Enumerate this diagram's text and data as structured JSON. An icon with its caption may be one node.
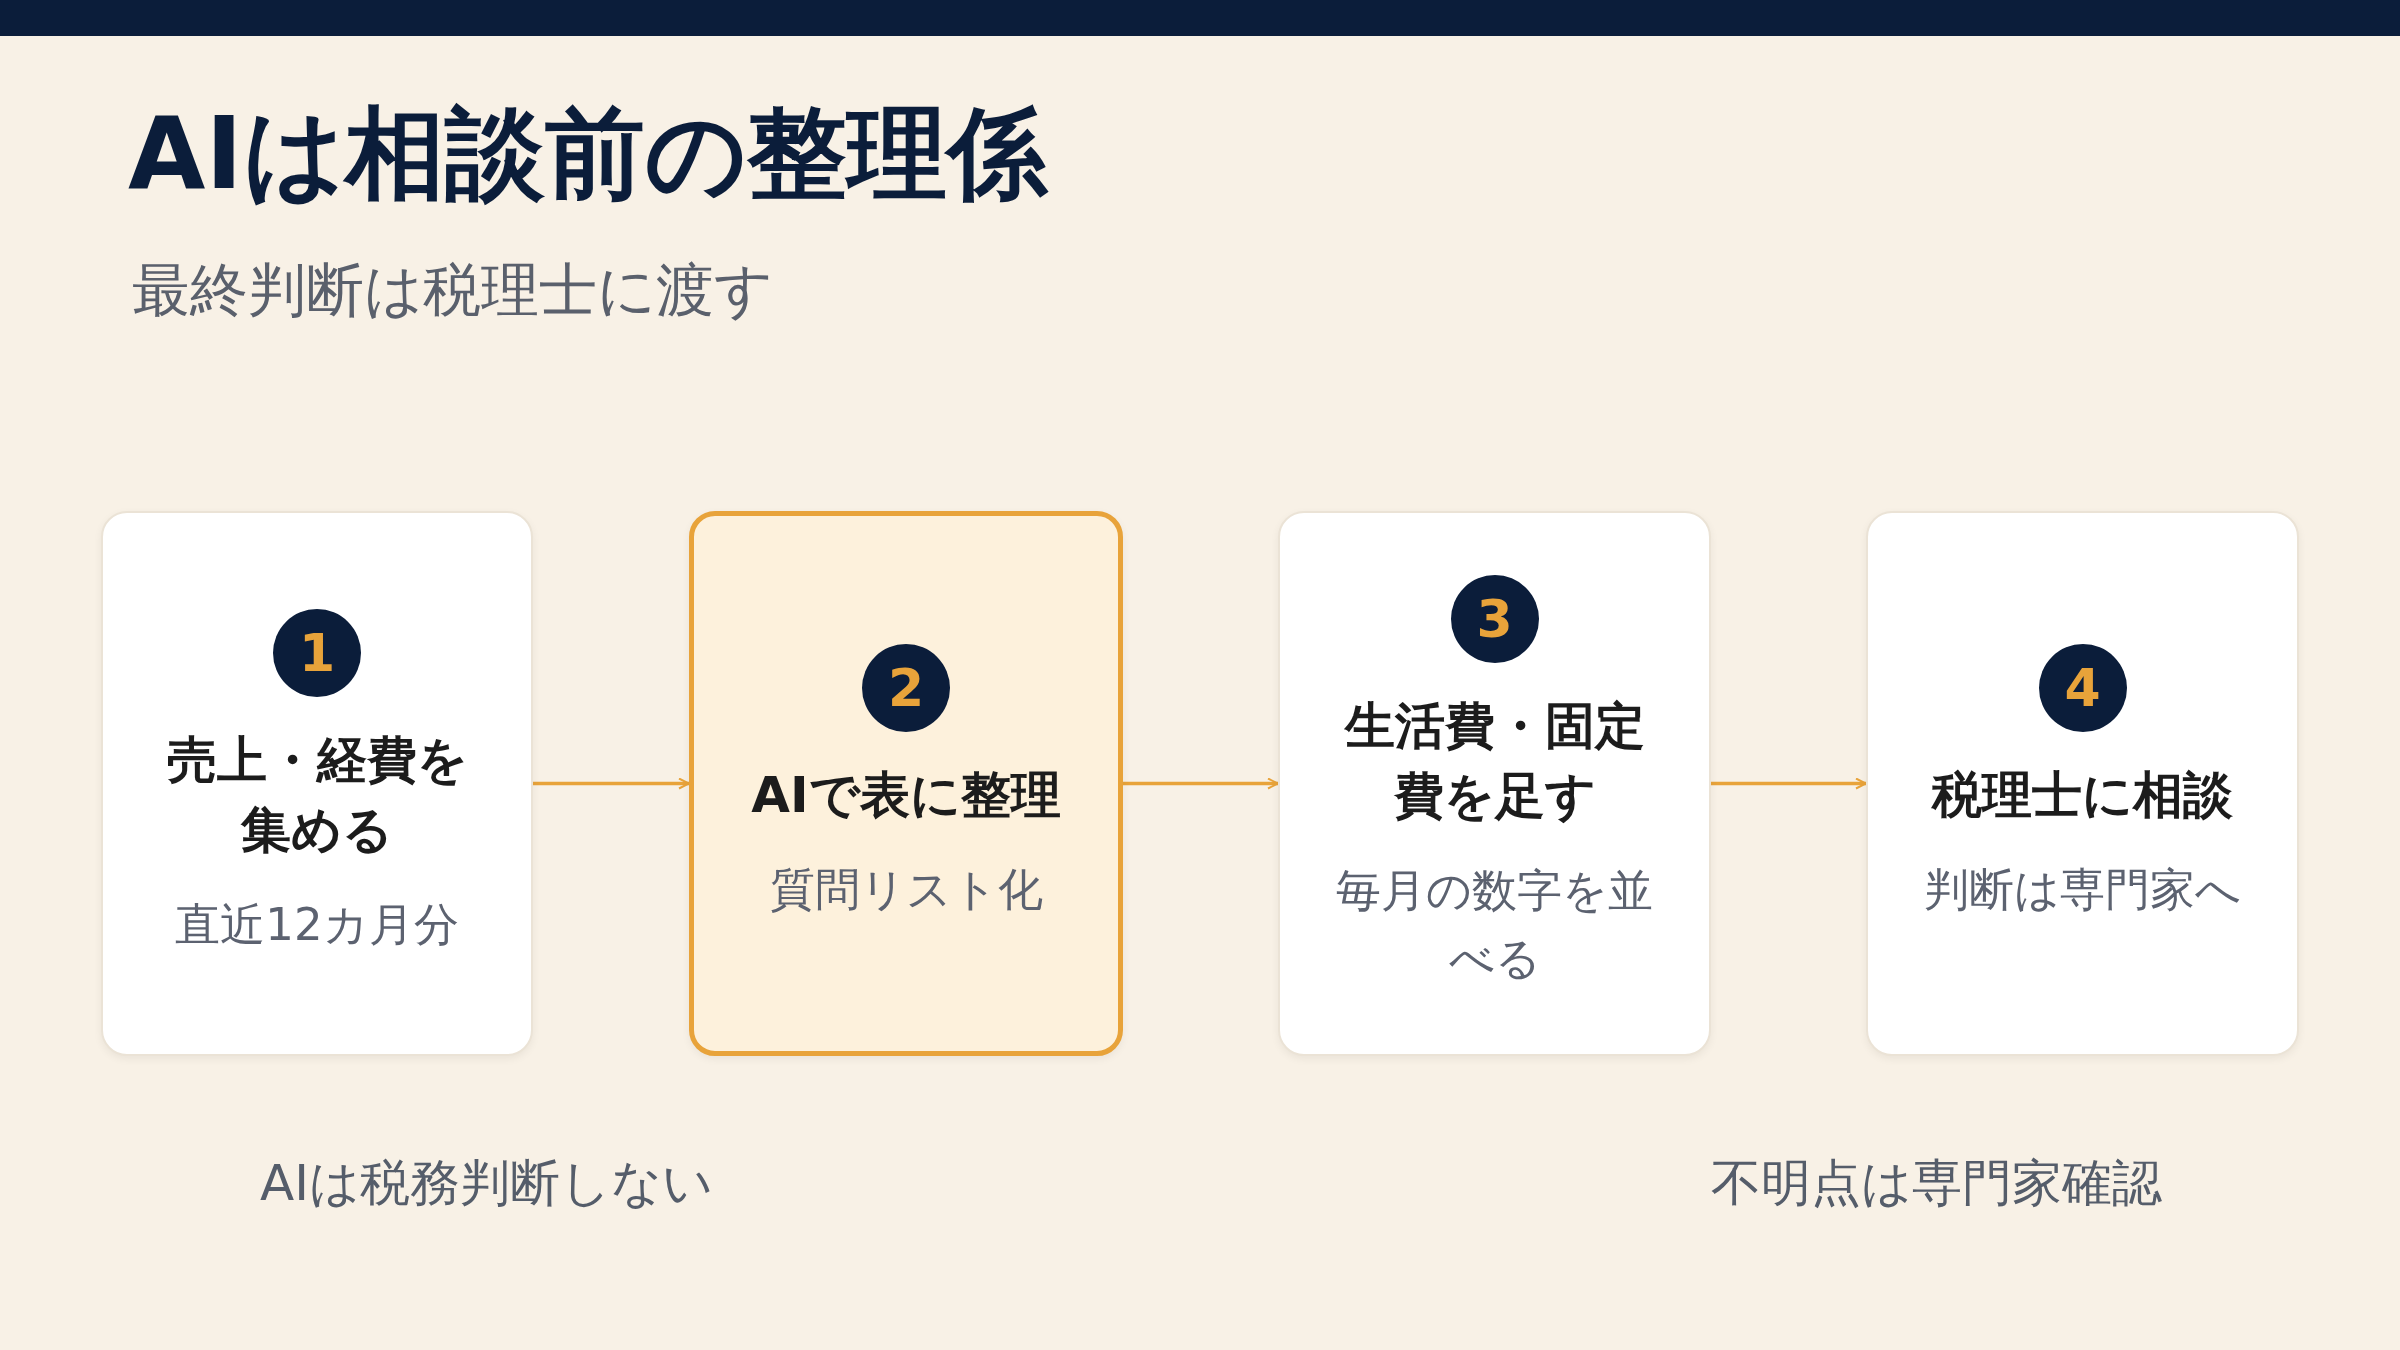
{
  "diagram": {
    "title": "AIは相談前の整理係",
    "nodes": [
      {
        "text": [
          "1",
          "売上・経費を集める",
          "直近12カ月分"
        ]
      },
      {
        "text": [
          "2",
          "AIで表に整理",
          "質問リスト化"
        ]
      },
      {
        "text": [
          "3",
          "生活費・固定費を足す",
          "毎月の数字を並べる"
        ]
      },
      {
        "text": [
          "4",
          "税理士に相談",
          "判断は専門家へ"
        ]
      }
    ],
    "edges": [
      {
        "from": 0,
        "to": 1,
        "arrow": "to"
      },
      {
        "from": 1,
        "to": 2,
        "arrow": "to"
      },
      {
        "from": 2,
        "to": 3,
        "arrow": "to"
      }
    ],
    "labels": [
      "最終判断は税理士に渡す",
      "AIは税務判断しない",
      "不明点は専門家確認"
    ]
  }
}
